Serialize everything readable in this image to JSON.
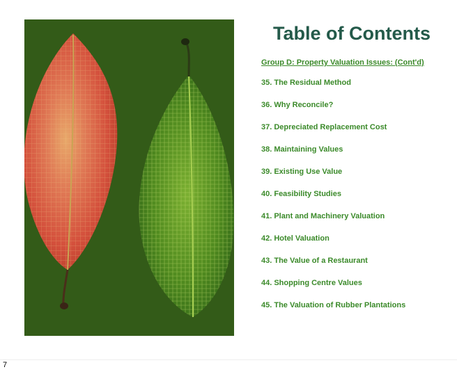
{
  "title": "Table of Contents",
  "group_heading": "Group D: Property Valuation Issues: (Cont'd)",
  "entries": [
    "35. The Residual Method",
    "36. Why Reconcile?",
    "37. Depreciated Replacement Cost",
    "38. Maintaining Values",
    "39. Existing Use Value",
    "40. Feasibility Studies",
    "41. Plant and Machinery Valuation",
    "42. Hotel Valuation",
    "43. The Value of a Restaurant",
    "44. Shopping Centre Values",
    "45. The Valuation of Rubber Plantations"
  ],
  "page_number": "7",
  "colors": {
    "title": "#245a4a",
    "link": "#3b8a2a",
    "image_background": "#335b18",
    "red_leaf": "#d8543c",
    "green_leaf": "#5f9826"
  },
  "image": {
    "subject": "two leaves — red autumn leaf and green skeleton leaf"
  }
}
